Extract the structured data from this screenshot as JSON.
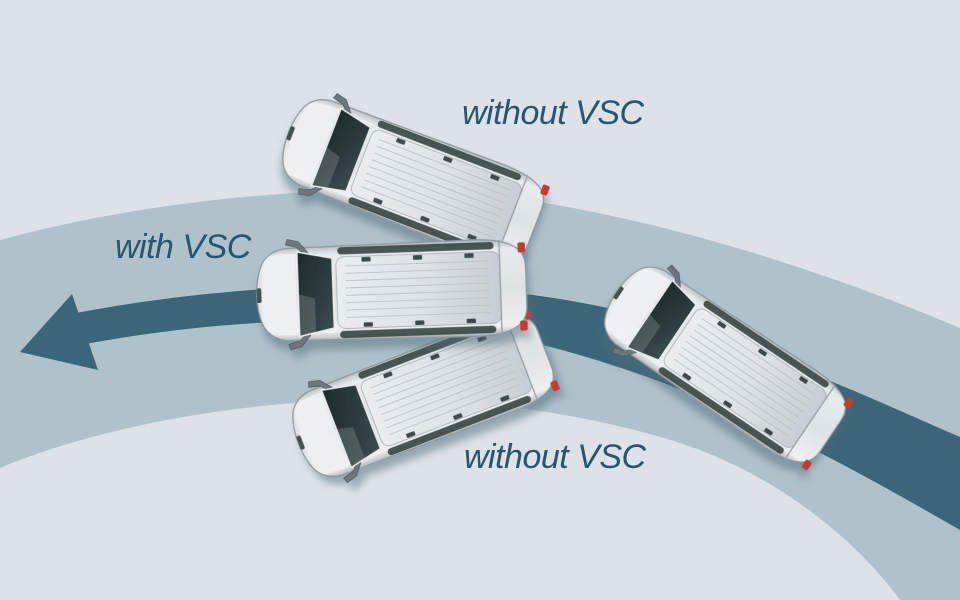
{
  "labels": {
    "with_vsc": "with VSC",
    "without_vsc_top": "without VSC",
    "without_vsc_bottom": "without VSC"
  },
  "colors": {
    "background": "#dce2e8",
    "road": "#afc2cc",
    "arrow": "#3b6678",
    "label_text": "#26566b",
    "taillight": "#c53a31"
  },
  "scene": {
    "road": "wide curved road arcing from lower-right to left",
    "arrow": "dark teal swoosh arrow curving along the road, pointing left",
    "vans": [
      {
        "name": "van-without-vsc-top",
        "pose": "rotated nose up-left, sliding outward above path"
      },
      {
        "name": "van-without-vsc-bottom",
        "pose": "rotated nose down-left, sliding inward below path"
      },
      {
        "name": "van-with-vsc-center",
        "pose": "level, following path"
      },
      {
        "name": "van-entering-right",
        "pose": "entering curve on path, nose up-left"
      }
    ]
  }
}
